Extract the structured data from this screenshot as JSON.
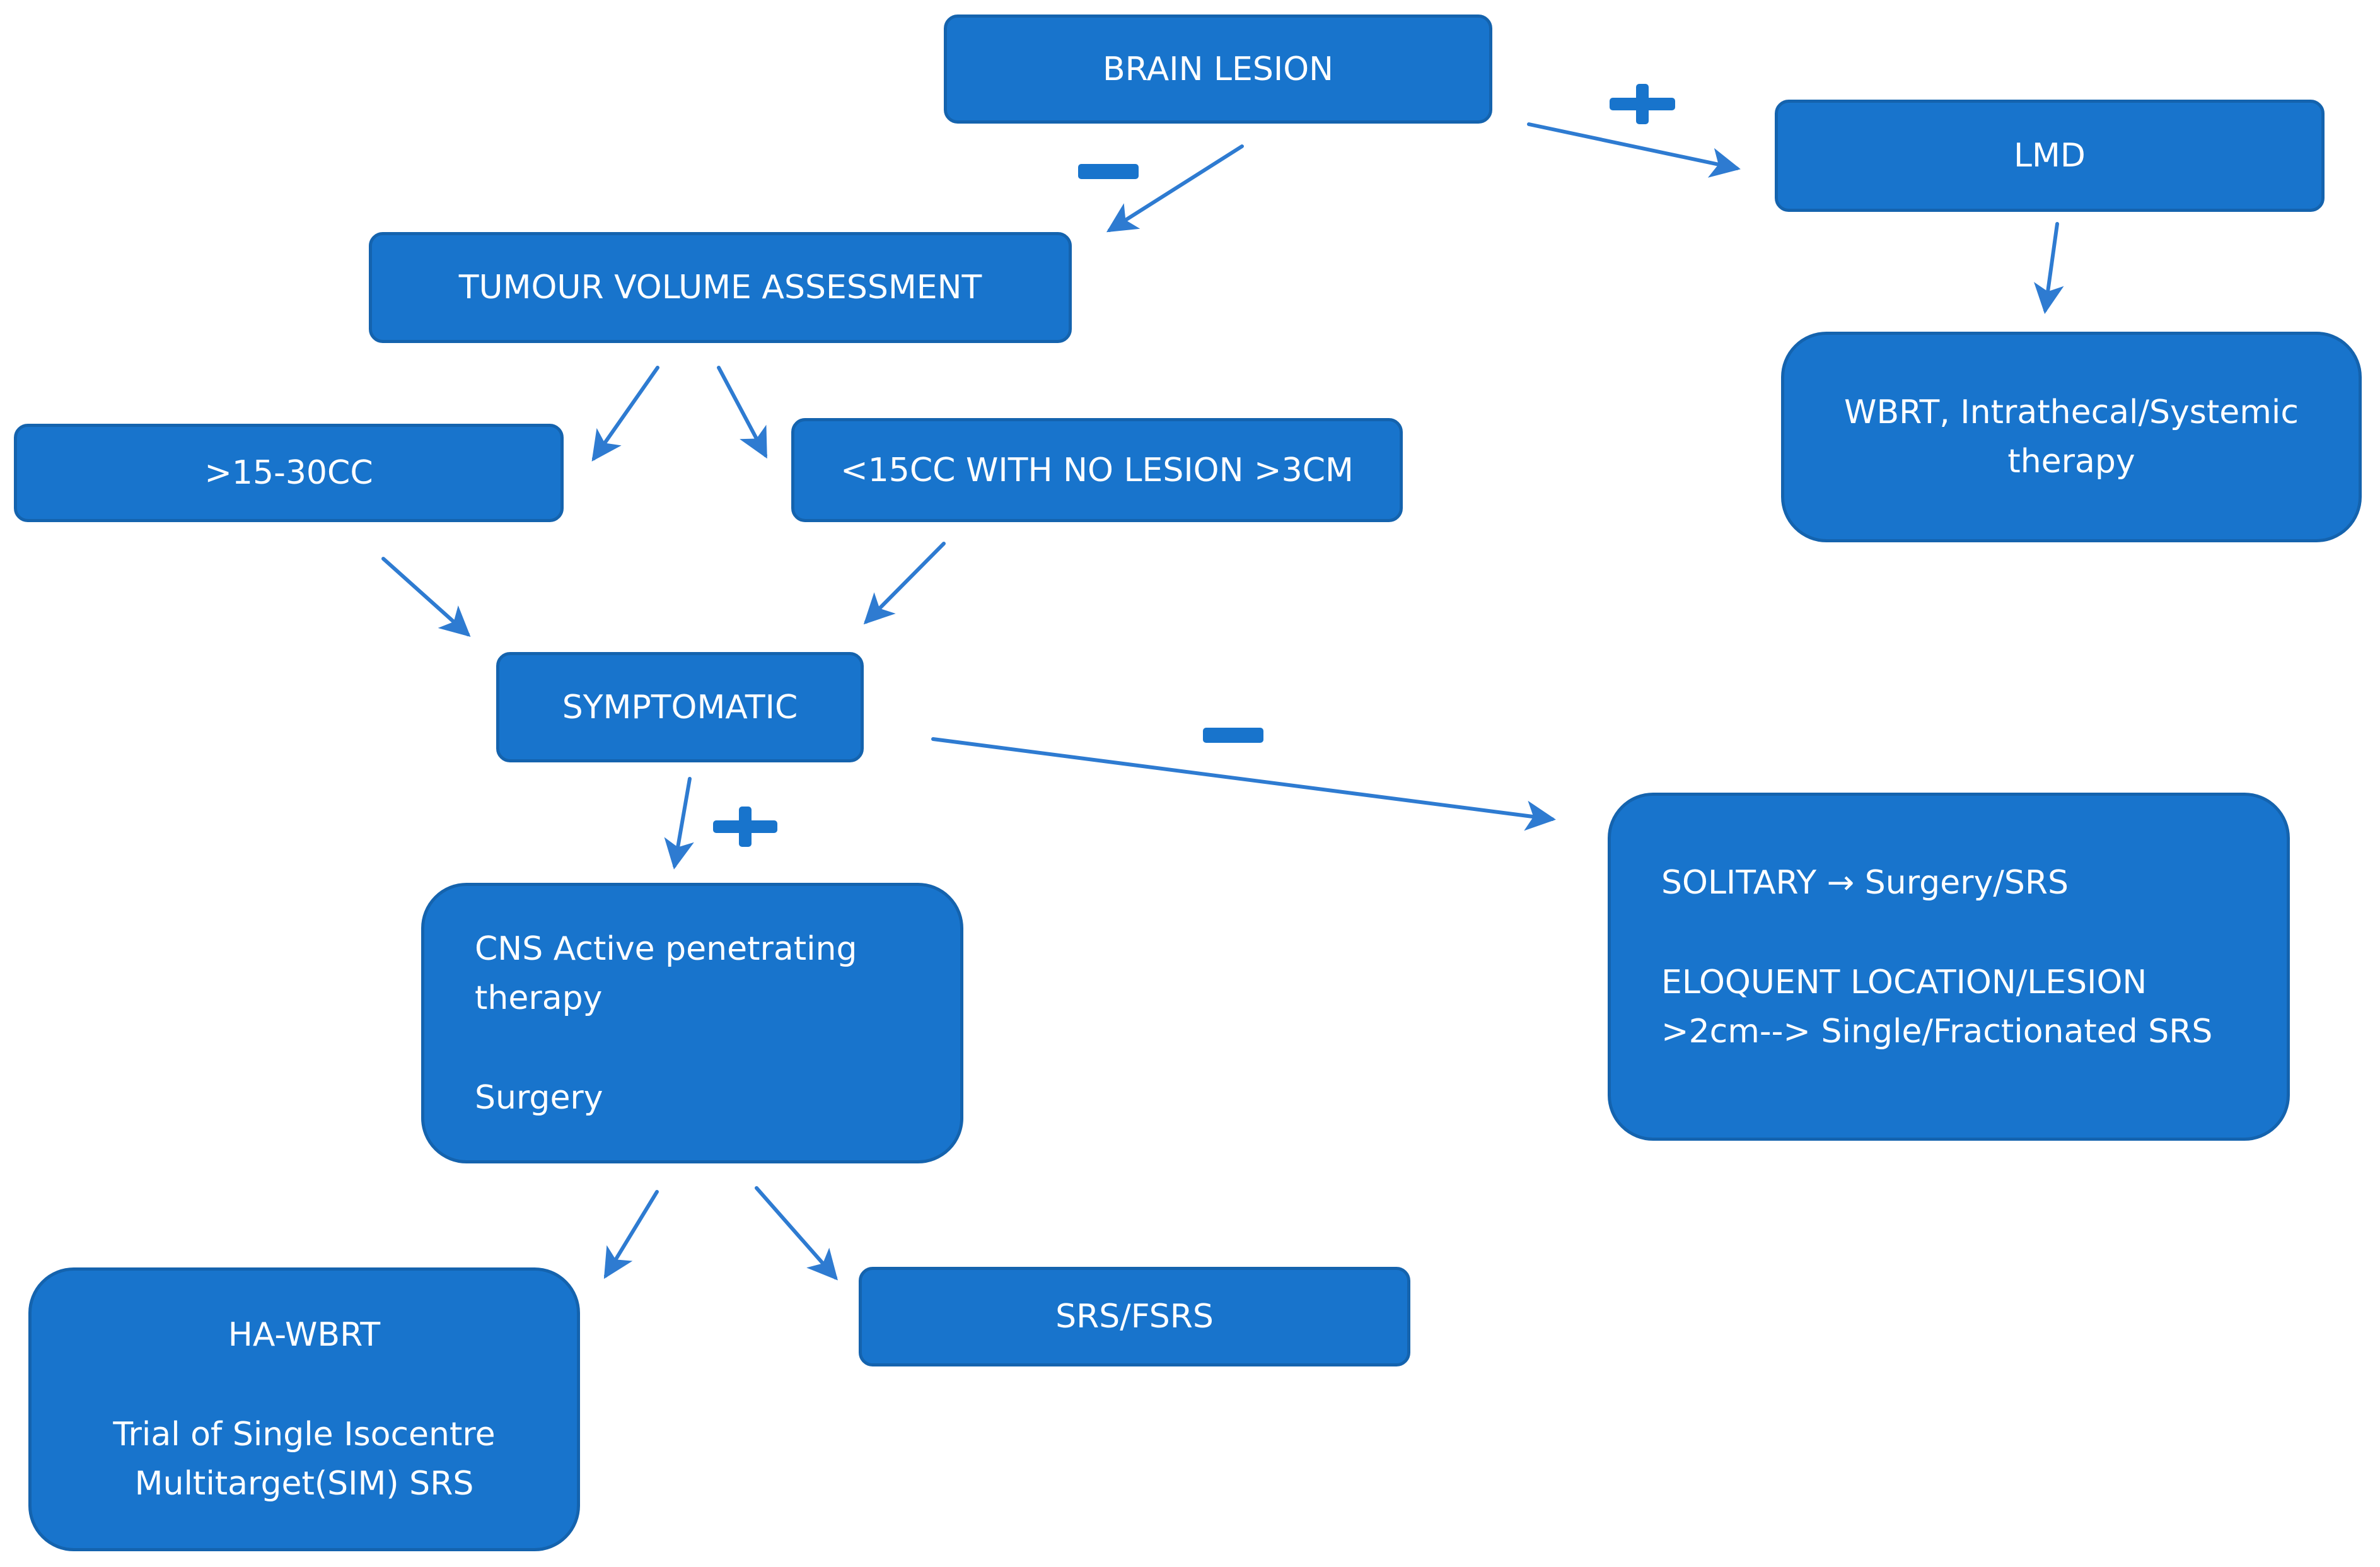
{
  "colors": {
    "box_fill": "#1874CC",
    "box_border": "#1463AE",
    "text": "#FFFFFF",
    "arrow": "#2E7BD1",
    "sign": "#1874CC"
  },
  "nodes": {
    "brain_lesion": "BRAIN LESION",
    "lmd": "LMD",
    "lmd_treatment": {
      "line1": "WBRT, Intrathecal/Systemic",
      "line2": "therapy"
    },
    "tumour_volume": "TUMOUR VOLUME ASSESSMENT",
    "large_volume": ">15-30CC",
    "small_volume": "<15CC WITH NO LESION >3CM",
    "symptomatic": "SYMPTOMATIC",
    "cns_therapy": {
      "line1": "CNS Active penetrating",
      "line2": "therapy",
      "line3": "Surgery"
    },
    "non_symptomatic": {
      "line1": "SOLITARY → Surgery/SRS",
      "line2": "ELOQUENT LOCATION/LESION",
      "line3": ">2cm--> Single/Fractionated SRS"
    },
    "ha_wbrt": {
      "line1": "HA-WBRT",
      "line2": "Trial of Single Isocentre",
      "line3": "Multitarget(SIM) SRS"
    },
    "srs_fsrs": "SRS/FSRS"
  },
  "signs": {
    "brain_to_lmd": "plus",
    "brain_to_tumour": "minus",
    "symptomatic_yes": "plus",
    "symptomatic_no": "minus"
  }
}
